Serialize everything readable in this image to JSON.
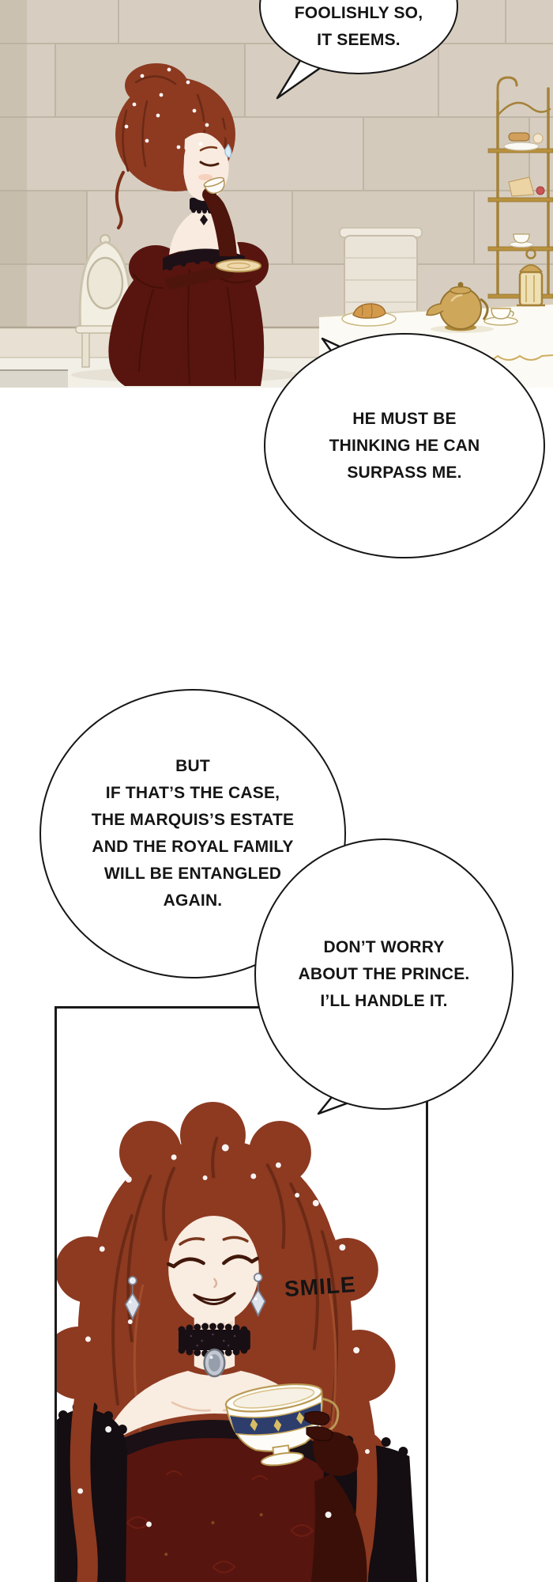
{
  "speech_bubbles": [
    {
      "lines": [
        "FOOLISHLY SO,",
        "IT SEEMS."
      ]
    },
    {
      "lines": [
        "HE MUST BE",
        "THINKING HE CAN",
        "SURPASS ME."
      ]
    },
    {
      "lines": [
        "BUT",
        "IF THAT’S THE CASE,",
        "THE MARQUIS’S ESTATE",
        "AND THE ROYAL FAMILY",
        "WILL BE ENTANGLED",
        "AGAIN."
      ]
    },
    {
      "lines": [
        "DON’T WORRY",
        "ABOUT THE PRINCE.",
        "I’LL HANDLE IT."
      ]
    }
  ],
  "sfx": {
    "smile": "SMILE"
  },
  "icons": {
    "teapot": "teapot-icon",
    "teacup": "teacup-icon",
    "lantern": "lantern-icon",
    "earring": "earring-icon",
    "brooch": "brooch-icon",
    "dessert_cart": "dessert-cart-icon",
    "bubble_tail": "bubble-tail-icon"
  },
  "colors": {
    "hair": "#8d3a21",
    "dress": "#571510",
    "skin": "#f9ece0",
    "black_lace": "#1a1016",
    "stone_wall": "#d7cec1",
    "gold": "#b99a53",
    "teacup_navy": "#2d3e6d",
    "bubble_border": "#161616",
    "panel_border": "#1a1a1a"
  }
}
